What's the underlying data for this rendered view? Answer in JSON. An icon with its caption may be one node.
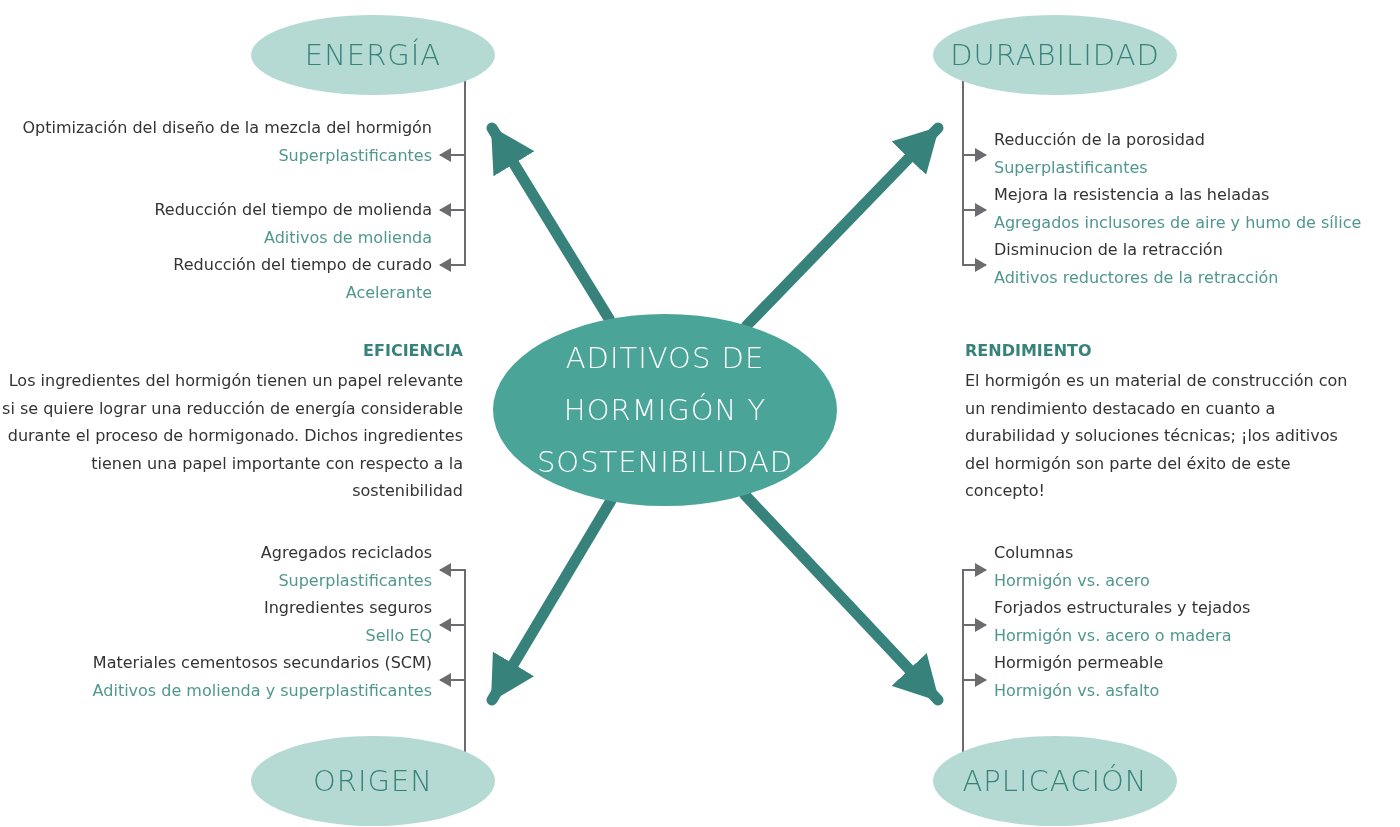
{
  "diagram": {
    "nodes": [
      {
        "text": [
          "ADITIVOS DE HORMIGÓN Y SOSTENIBILIDAD"
        ]
      },
      {
        "text": [
          "ENERGÍA"
        ]
      },
      {
        "text": [
          "DURABILIDAD"
        ]
      },
      {
        "text": [
          "ORIGEN"
        ]
      },
      {
        "text": [
          "APLICACIÓN"
        ]
      },
      {
        "text": [
          "Optimización del diseño de la mezcla del hormigón",
          "Superplastificantes"
        ]
      },
      {
        "text": [
          "Reducción del tiempo de molienda",
          "Aditivos de molienda"
        ]
      },
      {
        "text": [
          "Reducción del tiempo de curado",
          "Acelerante"
        ]
      },
      {
        "text": [
          "Reducción de la porosidad",
          "Superplastificantes"
        ]
      },
      {
        "text": [
          "Mejora la resistencia a las heladas",
          "Agregados inclusores de aire y humo de sílice"
        ]
      },
      {
        "text": [
          "Disminucion de la retracción",
          "Aditivos reductores de la retracción"
        ]
      },
      {
        "text": [
          "Agregados reciclados",
          "Superplastificantes"
        ]
      },
      {
        "text": [
          "Ingredientes seguros",
          "Sello EQ"
        ]
      },
      {
        "text": [
          "Materiales cementosos secundarios (SCM)",
          "Aditivos de molienda y superplastificantes"
        ]
      },
      {
        "text": [
          "Columnas",
          "Hormigón vs. acero"
        ]
      },
      {
        "text": [
          "Forjados estructurales y tejados",
          "Hormigón vs. acero o madera"
        ]
      },
      {
        "text": [
          "Hormigón permeable",
          "Hormigón vs. asfalto"
        ]
      }
    ],
    "edges": [
      {
        "from": 0,
        "to": 1,
        "arrow": "to",
        "style": "thick",
        "color": "#37837b"
      },
      {
        "from": 0,
        "to": 2,
        "arrow": "to",
        "style": "thick",
        "color": "#37837b"
      },
      {
        "from": 0,
        "to": 3,
        "arrow": "to",
        "style": "thick",
        "color": "#37837b"
      },
      {
        "from": 0,
        "to": 4,
        "arrow": "to",
        "style": "thick",
        "color": "#37837b"
      },
      {
        "from": 1,
        "to": 5,
        "arrow": "to"
      },
      {
        "from": 1,
        "to": 6,
        "arrow": "to"
      },
      {
        "from": 1,
        "to": 7,
        "arrow": "to"
      },
      {
        "from": 2,
        "to": 8,
        "arrow": "to"
      },
      {
        "from": 2,
        "to": 9,
        "arrow": "to"
      },
      {
        "from": 2,
        "to": 10,
        "arrow": "to"
      },
      {
        "from": 3,
        "to": 11,
        "arrow": "to"
      },
      {
        "from": 3,
        "to": 12,
        "arrow": "to"
      },
      {
        "from": 3,
        "to": 13,
        "arrow": "to"
      },
      {
        "from": 4,
        "to": 14,
        "arrow": "to"
      },
      {
        "from": 4,
        "to": 15,
        "arrow": "to"
      },
      {
        "from": 4,
        "to": 16,
        "arrow": "to"
      }
    ],
    "labels": [
      "EFICIENCIA",
      "Los ingredientes del hormigón tienen un papel relevante si se quiere lograr una reducción de energía considerable durante el proceso de hormigonado. Dichos ingredientes tienen una papel importante con respecto a la sostenibilidad",
      "RENDIMIENTO",
      "El hormigón es un material de construcción con un rendimiento destacado en cuanto a durabilidad y soluciones técnicas; ¡los aditivos del hormigón son parte del éxito de este concepto!"
    ]
  }
}
